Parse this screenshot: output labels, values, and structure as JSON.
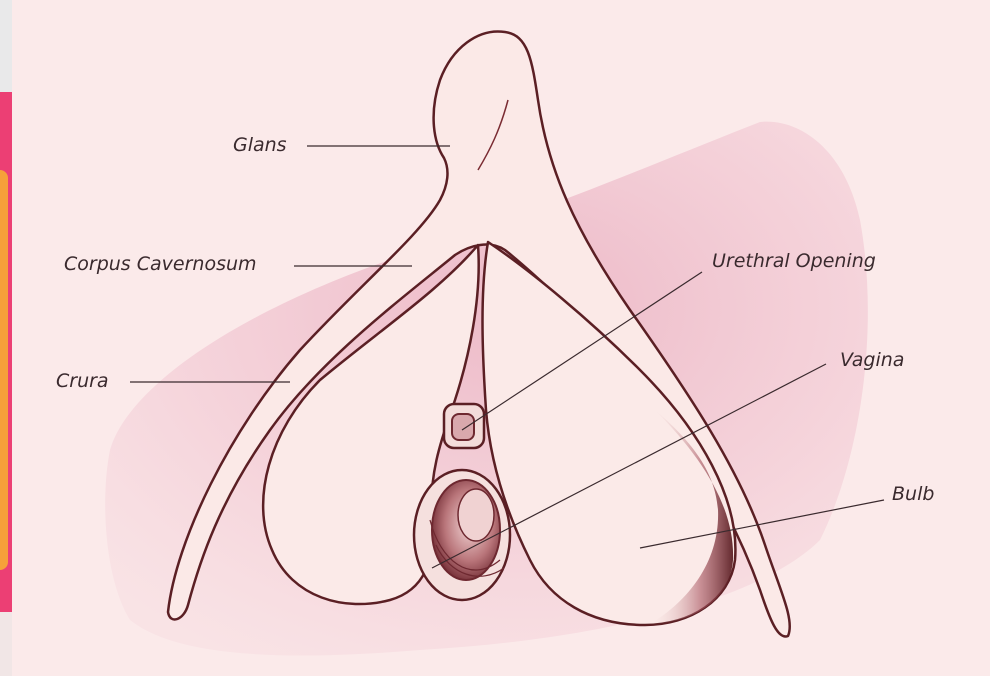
{
  "labels": {
    "glans": "Glans",
    "corpus_cavernosum": "Corpus Cavernosum",
    "crura": "Crura",
    "urethral_opening": "Urethral Opening",
    "vagina": "Vagina",
    "bulb": "Bulb"
  },
  "colors": {
    "background": "#fbeaea",
    "watercolor": "#f1c3cf",
    "outline": "#5b1f24",
    "shading": "#7a2b32",
    "leader_line": "#3a2a2e"
  }
}
